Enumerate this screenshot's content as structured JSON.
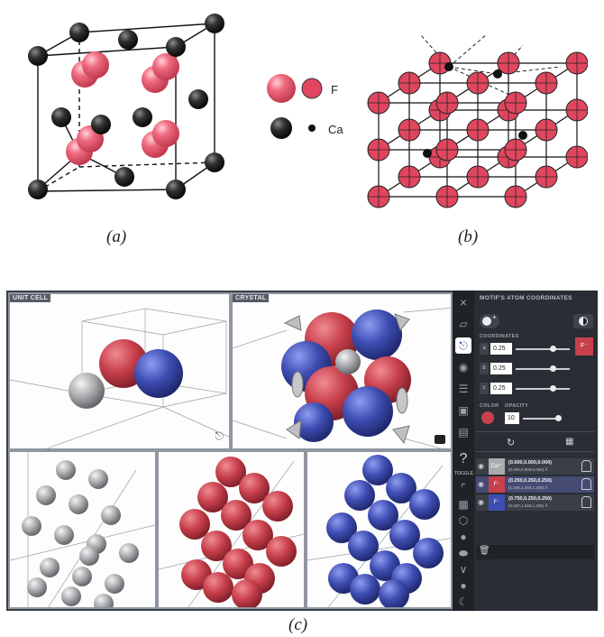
{
  "captions": {
    "a": "(a)",
    "b": "(b)",
    "c": "(c)"
  },
  "legend": {
    "fluorine": "F",
    "calcium": "Ca"
  },
  "colors": {
    "fluorine": "#e05a6e",
    "calcium": "#2f2f2f",
    "viewer_red": "#c8404c",
    "viewer_blue": "#3e4db2",
    "viewer_grey": "#a9abae"
  },
  "viewer": {
    "unit_cell_label": "UNIT CELL",
    "crystal_label": "CRYSTAL",
    "panel_title": "MOTIF'S ATOM COORDINATES",
    "coordinates_label": "COORDINATES",
    "axes": [
      "a",
      "b",
      "c"
    ],
    "coord_values": [
      "0.25",
      "0.25",
      "0.25"
    ],
    "selected_element": "F⁻",
    "color_label": "COLOR",
    "opacity_label": "OPACITY",
    "opacity_value": "10",
    "toggle_label": "TOGGLE",
    "atoms": [
      {
        "tag": "Ca²⁺",
        "coords": "(0.000,0.000,0.000)",
        "coords_angstrom": "(0.000,0.000,0.000) Å"
      },
      {
        "tag": "F⁻",
        "coords": "(0.250,0.250,0.250)",
        "coords_angstrom": "(1.345,1.345,1.345) Å"
      },
      {
        "tag": "F⁻",
        "coords": "(0.750,0.250,0.250)",
        "coords_angstrom": "(4.037,1.345,1.345) Å"
      }
    ]
  }
}
